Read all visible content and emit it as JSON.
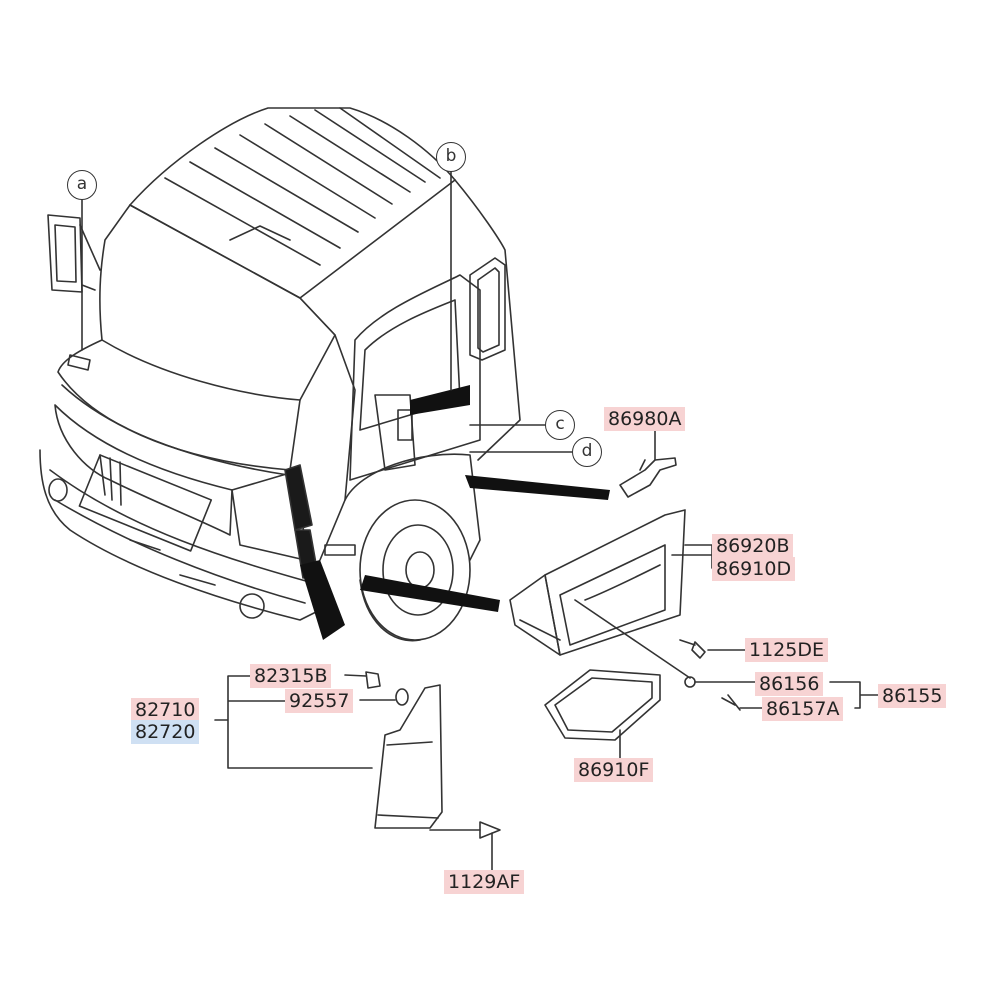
{
  "callouts": {
    "a": "a",
    "b": "b",
    "c": "c",
    "d": "d"
  },
  "part_labels": {
    "p86980A": "86980A",
    "p86920B": "86920B",
    "p86910D": "86910D",
    "p1125DE": "1125DE",
    "p86156": "86156",
    "p86155": "86155",
    "p86157A": "86157A",
    "p86910F": "86910F",
    "p82315B": "82315B",
    "p92557": "92557",
    "p82710": "82710",
    "p82720": "82720",
    "p1129AF": "1129AF"
  },
  "colors": {
    "label_highlight": "#f7d3d3",
    "label_highlight_blue": "#cfe0f3",
    "line_art": "#333333"
  }
}
